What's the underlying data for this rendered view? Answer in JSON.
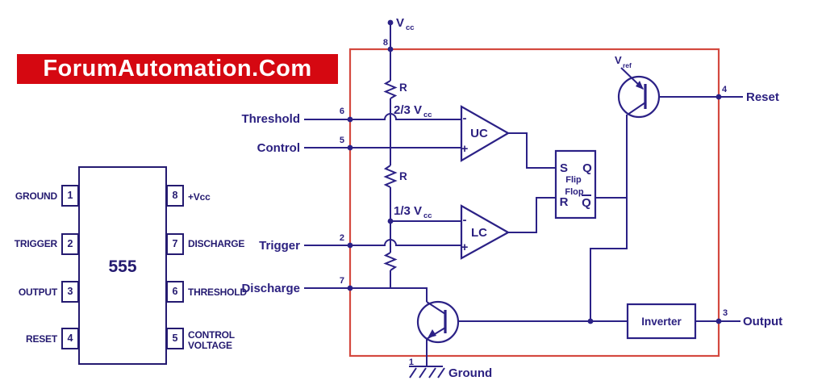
{
  "banner": {
    "text": "ForumAutomation.Com"
  },
  "colors": {
    "wire": "#2b2186",
    "pinout_ink": "#241a70",
    "boundary_red": "#d4493f",
    "banner_red": "#d50811",
    "banner_text": "#ffffff"
  },
  "pinout": {
    "chip": "555",
    "left_pins": [
      {
        "num": "1",
        "label": "GROUND"
      },
      {
        "num": "2",
        "label": "TRIGGER"
      },
      {
        "num": "3",
        "label": "OUTPUT"
      },
      {
        "num": "4",
        "label": "RESET"
      }
    ],
    "right_pins": [
      {
        "num": "8",
        "label": "+Vcc"
      },
      {
        "num": "7",
        "label": "DISCHARGE"
      },
      {
        "num": "6",
        "label": "THRESHOLD"
      },
      {
        "num": "5",
        "label": "CONTROL VOLTAGE"
      }
    ]
  },
  "diagram": {
    "supply": {
      "v": "V",
      "sub": "cc",
      "pin": "8"
    },
    "labels": {
      "r1": "R",
      "r2": "R",
      "two_thirds": "2/3 V",
      "two_thirds_sub": "cc",
      "one_third": "1/3 V",
      "one_third_sub": "cc"
    },
    "comparators": {
      "upper": "UC",
      "lower": "LC",
      "minus": "-",
      "plus": "+"
    },
    "flip_flop": {
      "s": "S",
      "q": "Q",
      "flip": "Flip",
      "flop": "Flop",
      "r": "R",
      "qbar": "Q"
    },
    "vref": {
      "v": "V",
      "sub": "ref"
    },
    "inverter": "Inverter",
    "pins": {
      "threshold": {
        "label": "Threshold",
        "num": "6"
      },
      "control": {
        "label": "Control",
        "num": "5"
      },
      "trigger": {
        "label": "Trigger",
        "num": "2"
      },
      "discharge": {
        "label": "Discharge",
        "num": "7"
      },
      "reset": {
        "label": "Reset",
        "num": "4"
      },
      "output": {
        "label": "Output",
        "num": "3"
      },
      "ground": {
        "label": "Ground",
        "num": "1"
      }
    }
  }
}
